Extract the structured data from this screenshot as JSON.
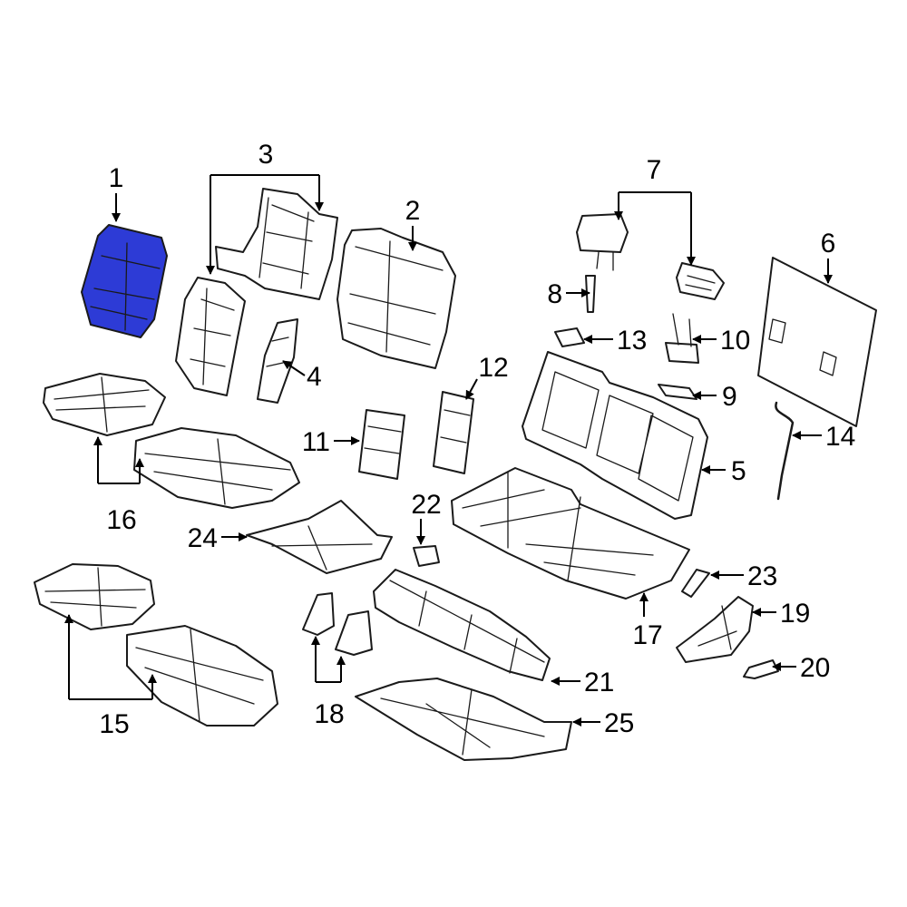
{
  "diagram": {
    "highlight_color": "#2d3bd6",
    "line_color": "#1a1a1a",
    "callouts": {
      "c1": "1",
      "c2": "2",
      "c3": "3",
      "c4": "4",
      "c5": "5",
      "c6": "6",
      "c7": "7",
      "c8": "8",
      "c9": "9",
      "c10": "10",
      "c11": "11",
      "c12": "12",
      "c13": "13",
      "c14": "14",
      "c15": "15",
      "c16": "16",
      "c17": "17",
      "c18": "18",
      "c19": "19",
      "c20": "20",
      "c21": "21",
      "c22": "22",
      "c23": "23",
      "c24": "24",
      "c25": "25"
    }
  }
}
